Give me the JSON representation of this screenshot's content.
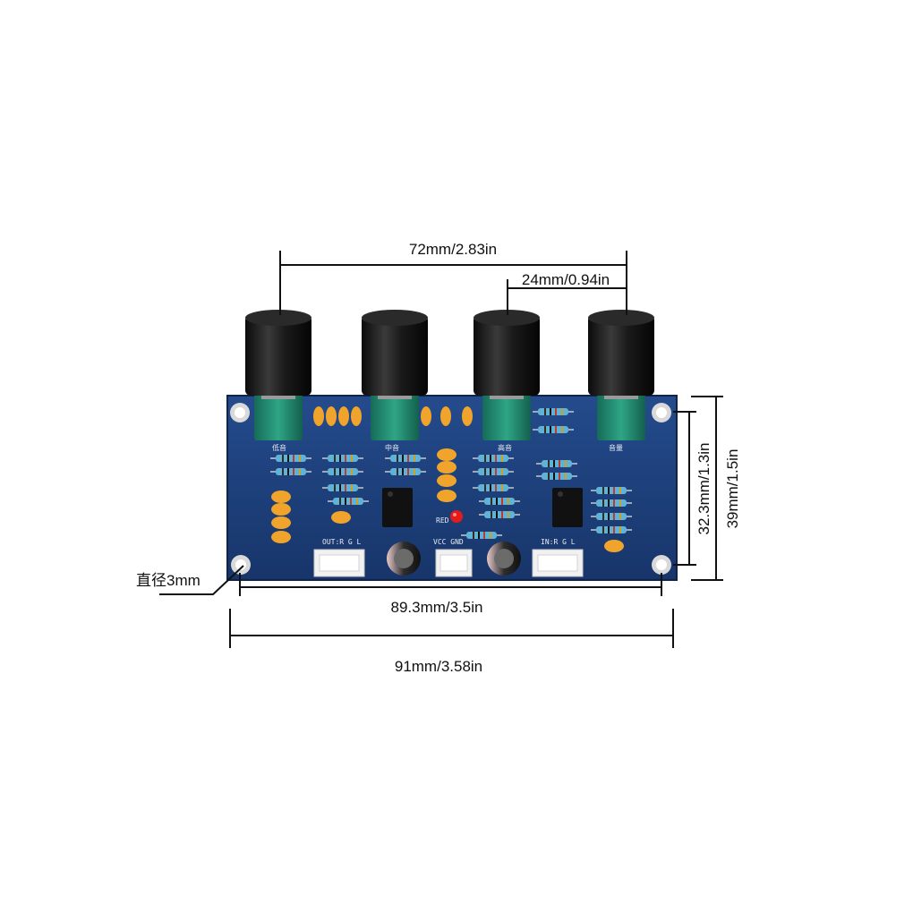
{
  "dimensions": {
    "knob_span": "72mm/2.83in",
    "knob_pitch": "24mm/0.94in",
    "hole_height": "32.3mm/1.3in",
    "board_height": "39mm/1.5in",
    "hole_span": "89.3mm/3.5in",
    "board_width": "91mm/3.58in",
    "hole_diameter": "直径3mm"
  },
  "silkscreen": {
    "knob_labels": [
      "低音",
      "中音",
      "高音",
      "音量"
    ],
    "out_label": "OUT:R G L",
    "power_label": "VCC GND",
    "in_label": "IN:R G L",
    "led_label": "RED"
  },
  "colors": {
    "board": "#1d3f7a",
    "knob": "#151515",
    "pot_body": "#1f8a70",
    "capacitor": "#f0a42b",
    "resistor": "#5fb3d9",
    "connector": "#f1f1f1",
    "led": "#e21b1b"
  }
}
